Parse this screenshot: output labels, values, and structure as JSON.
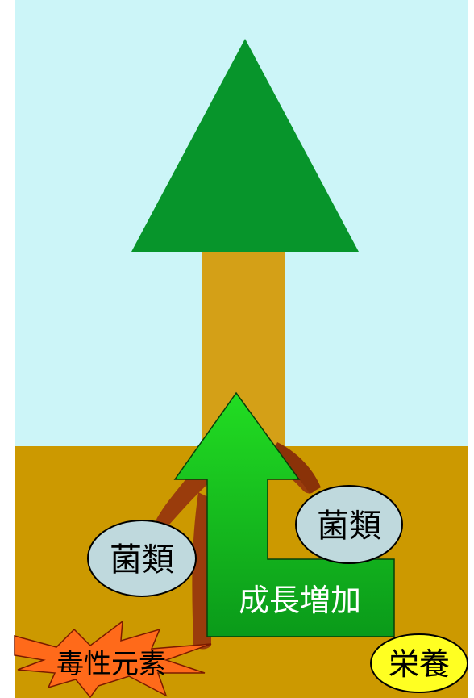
{
  "labels": {
    "fungi_left": "菌類",
    "fungi_right": "菌類",
    "growth": "成長増加",
    "toxic": "毒性元素",
    "nutrient": "栄養"
  },
  "colors": {
    "sky": "#ccf5f8",
    "soil": "#cc9900",
    "trunk": "#d4a017",
    "canopy": "#07952b",
    "root": "#9a3c0c",
    "arrow_top": "#22dd22",
    "arrow_bottom": "#0a9a1a",
    "fungi_fill": "#bfd9dd",
    "toxic_fill": "#ff6a1a",
    "nutrient_fill": "#ffff22"
  },
  "icons": {
    "canopy": "triangle",
    "growth_arrow": "up-arrow",
    "toxic_burst": "explosion-star"
  }
}
